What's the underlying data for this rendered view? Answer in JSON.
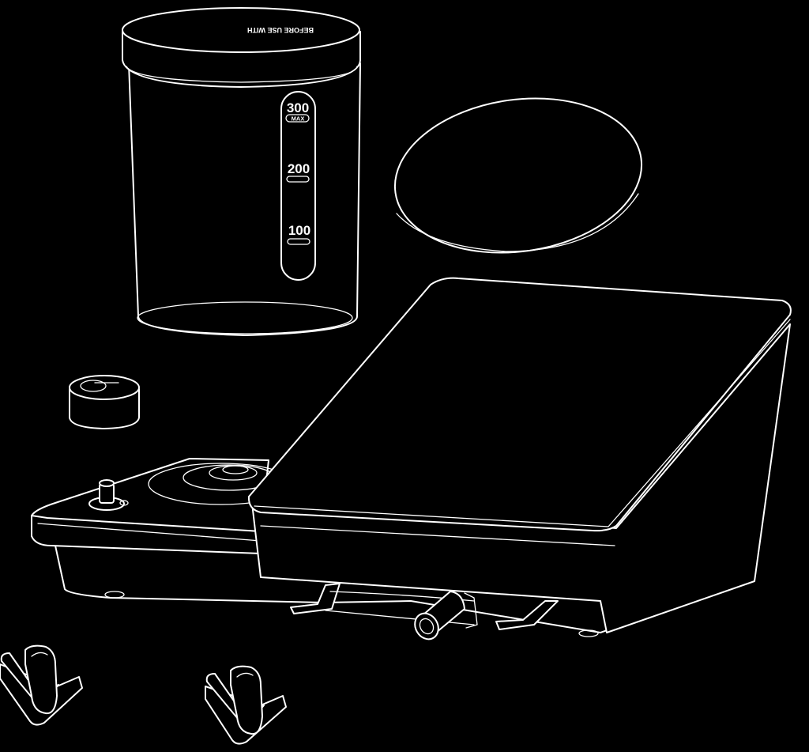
{
  "jar": {
    "lid_text": "BEFORE USE WITH",
    "marks": [
      {
        "label": "300",
        "sub": "MAX"
      },
      {
        "label": "200",
        "sub": ""
      },
      {
        "label": "100",
        "sub": ""
      }
    ]
  },
  "colors": {
    "background": "#000000",
    "line": "#ffffff"
  }
}
